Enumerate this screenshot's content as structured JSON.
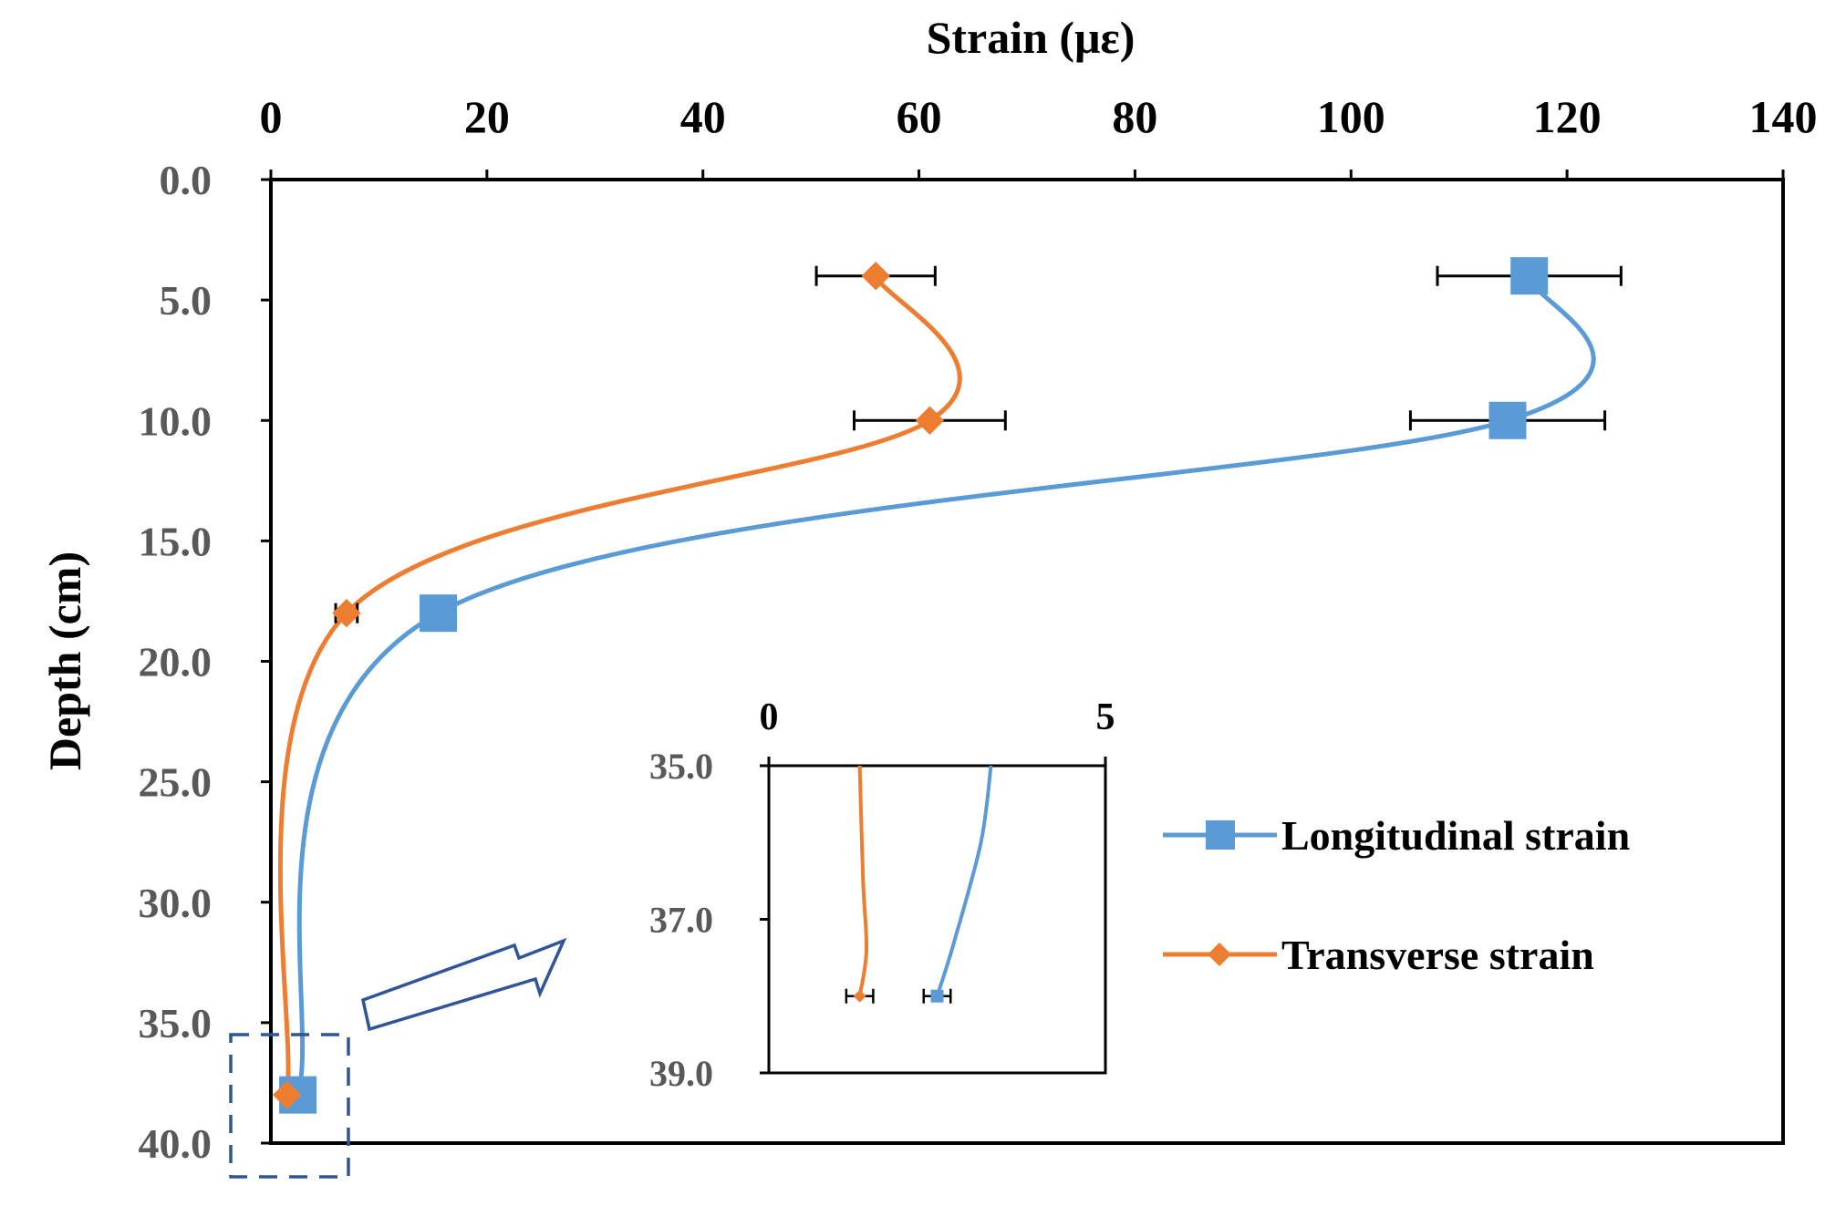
{
  "chart_data": {
    "type": "line",
    "title": "",
    "xlabel": "Strain (με)",
    "ylabel": "Depth (cm)",
    "xlim": [
      0,
      140
    ],
    "ylim": [
      0,
      40
    ],
    "y_inverted": true,
    "x_axis_position": "top",
    "x_ticks": [
      "0",
      "20",
      "40",
      "60",
      "80",
      "100",
      "120",
      "140"
    ],
    "y_ticks": [
      "0.0",
      "5.0",
      "10.0",
      "15.0",
      "20.0",
      "25.0",
      "30.0",
      "35.0",
      "40.0"
    ],
    "grid": false,
    "smoothed": true,
    "legend_position": "right",
    "series": [
      {
        "name": "Longitudinal strain",
        "color": "#5b9bd5",
        "marker": "square",
        "points": [
          {
            "x": 116.5,
            "y": 4,
            "err": 8.5
          },
          {
            "x": 114.5,
            "y": 10,
            "err": 9
          },
          {
            "x": 15.5,
            "y": 18,
            "err": 0
          },
          {
            "x": 2.5,
            "y": 38,
            "err": 0
          }
        ]
      },
      {
        "name": "Transverse strain",
        "color": "#ed7d31",
        "marker": "diamond",
        "points": [
          {
            "x": 56,
            "y": 4,
            "err": 5.5
          },
          {
            "x": 61,
            "y": 10,
            "err": 7
          },
          {
            "x": 7,
            "y": 18,
            "err": 1
          },
          {
            "x": 1.5,
            "y": 38,
            "err": 0
          }
        ]
      }
    ],
    "inset": {
      "xlim": [
        0,
        5
      ],
      "ylim": [
        35,
        39
      ],
      "x_ticks": [
        "0",
        "5"
      ],
      "y_ticks": [
        "35.0",
        "37.0",
        "39.0"
      ],
      "series": [
        {
          "name": "Longitudinal strain",
          "curve": [
            {
              "x": 3.3,
              "y": 35
            },
            {
              "x": 3.15,
              "y": 36
            },
            {
              "x": 2.75,
              "y": 37.3
            },
            {
              "x": 2.5,
              "y": 38
            }
          ],
          "point": {
            "x": 2.5,
            "y": 38,
            "err": 0.2
          }
        },
        {
          "name": "Transverse strain",
          "curve": [
            {
              "x": 1.35,
              "y": 35
            },
            {
              "x": 1.4,
              "y": 36.5
            },
            {
              "x": 1.45,
              "y": 37.4
            },
            {
              "x": 1.35,
              "y": 38
            }
          ],
          "point": {
            "x": 1.35,
            "y": 38,
            "err": 0.2
          }
        }
      ]
    }
  }
}
